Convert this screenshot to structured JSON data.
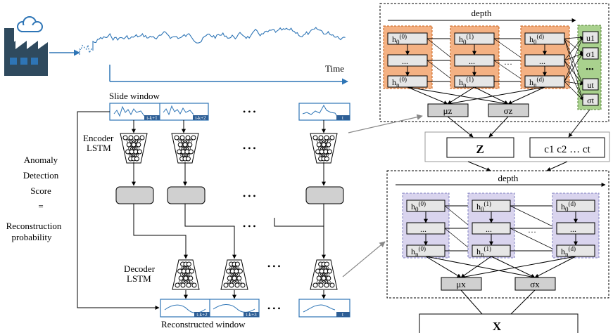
{
  "colors": {
    "series": "#2e75b6",
    "orange": "#f4b183",
    "orange_dash": "#c55a11",
    "green": "#a9d18e",
    "green_dash": "#548235",
    "lavender": "#d9d4ee",
    "lavender_dash": "#7f7fbf",
    "box_gray": "#d0d0d0",
    "window_border": "#2e75b6",
    "tag_fill": "#2e5f96"
  },
  "icons": [
    "factory-icon",
    "cloud-icon"
  ],
  "timeline": {
    "time_label": "Time"
  },
  "left": {
    "slide_window_label": "Slide window",
    "encoder_label_1": "Encoder",
    "encoder_label_2": "LSTM",
    "decoder_label_1": "Decoder",
    "decoder_label_2": "LSTM",
    "reconstructed_window_label": "Reconstructed window",
    "ellipsis": "• • •",
    "window_tags": [
      "t-k+1",
      "t-k+2",
      "t"
    ],
    "recon_tags": [
      "t-k+2",
      "t-k+3",
      "t"
    ]
  },
  "score": {
    "line1": "Anomaly",
    "line2": "Detection",
    "line3": "Score",
    "line4": "=",
    "line5": "Reconstruction",
    "line6": "probability"
  },
  "encoder_block": {
    "depth_label": "depth",
    "ellipsis": "…",
    "h0_labels": [
      "h",
      "0",
      "(0)"
    ],
    "mid_labels": [
      "...",
      "...",
      "..."
    ],
    "col_dots": "…",
    "mu_label": "μz",
    "sigma_label": "σz",
    "green_labels": [
      "u1",
      "σ1",
      "•••",
      "ut",
      "σt"
    ]
  },
  "latent": {
    "z_label": "Z",
    "c_label": "c1 c2 … ct"
  },
  "decoder_block": {
    "depth_label": "depth",
    "mu_label": "μx",
    "sigma_label": "σx"
  },
  "output": {
    "x_label": "X"
  }
}
